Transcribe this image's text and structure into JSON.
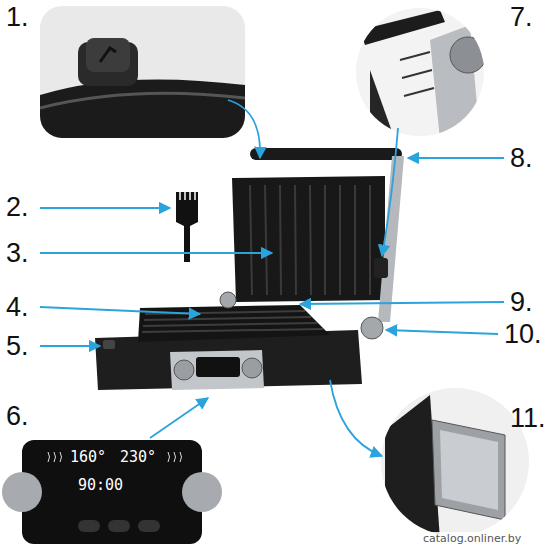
{
  "diagram": {
    "labels": [
      "1.",
      "2.",
      "3.",
      "4.",
      "5.",
      "6.",
      "7.",
      "8.",
      "9.",
      "10.",
      "11.",
      "160°",
      "230°",
      "90:00",
      "catalog.onliner.by"
    ]
  }
}
